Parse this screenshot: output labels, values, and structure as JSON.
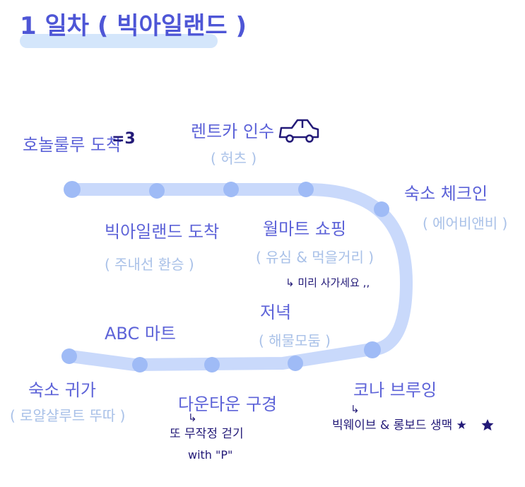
{
  "title": "1 일차 ( 빅아일랜드 )",
  "colors": {
    "main_text": "#5d63d8",
    "sub_text": "#a9c1e8",
    "note_text": "#231a78",
    "route_line": "#c9d9fb",
    "route_dot": "#9fbbf6",
    "title_highlight": "#cfe3fb"
  },
  "stops": [
    {
      "label": "호놀룰루 도착",
      "note": "=3"
    },
    {
      "label": "렌트카 인수",
      "sub": "( 허츠 )",
      "icon": "car-icon"
    },
    {
      "label": "숙소 체크인",
      "sub": "( 에어비앤비 )"
    },
    {
      "label": "빅아일랜드 도착",
      "sub": "( 주내선 환승 )"
    },
    {
      "label": "월마트 쇼핑",
      "sub": "( 유심 & 먹을거리 )",
      "note": "↳ 미리 사가세요 ,,",
      "note_icon": "arrow-icon"
    },
    {
      "label": "ABC 마트"
    },
    {
      "label": "저녁",
      "sub": "( 해물모둠 )"
    },
    {
      "label": "숙소 귀가",
      "sub": "( 로얄샬루트 뚜따 )"
    },
    {
      "label": "다운타운 구경",
      "note": "↳",
      "note2": "또 무작정 걷기",
      "note3": "with \"P\"",
      "note_icon": "arrow-icon"
    },
    {
      "label": "코나 브루잉",
      "note": "↳",
      "note2": "빅웨이브 & 롱보드 생맥 ★",
      "note_icon": "arrow-icon"
    }
  ]
}
